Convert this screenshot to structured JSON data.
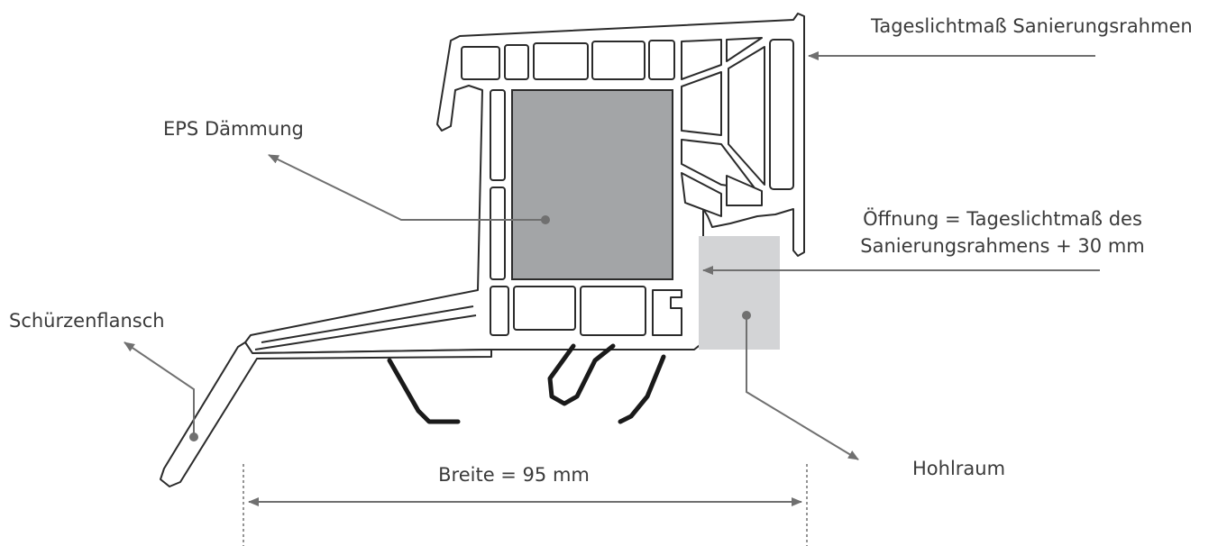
{
  "labels": {
    "sanierungsrahmen": "Tageslichtmaß Sanierungsrahmen",
    "eps": "EPS Dämmung",
    "oeffnung_line1": "Öffnung = Tageslichtmaß des",
    "oeffnung_line2": "Sanierungsrahmens + 30 mm",
    "schuerzenflansch": "Schürzenflansch",
    "breite": "Breite = 95 mm",
    "hohlraum": "Hohlraum"
  },
  "colors": {
    "profile_stroke": "#2b2b2b",
    "eps_fill": "#a3a5a7",
    "hohlraum_fill": "#d3d4d6",
    "leader": "#707070",
    "seal": "#1a1a1a",
    "text": "#3a3a3a"
  }
}
